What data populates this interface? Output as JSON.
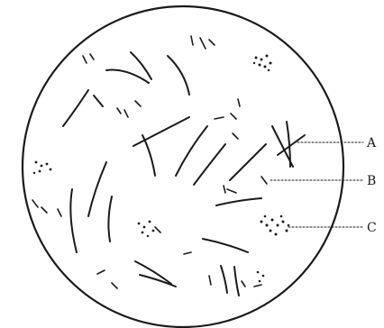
{
  "diagram": {
    "labels": [
      {
        "id": "A",
        "text": "A"
      },
      {
        "id": "B",
        "text": "B"
      },
      {
        "id": "C",
        "text": "C"
      }
    ]
  }
}
